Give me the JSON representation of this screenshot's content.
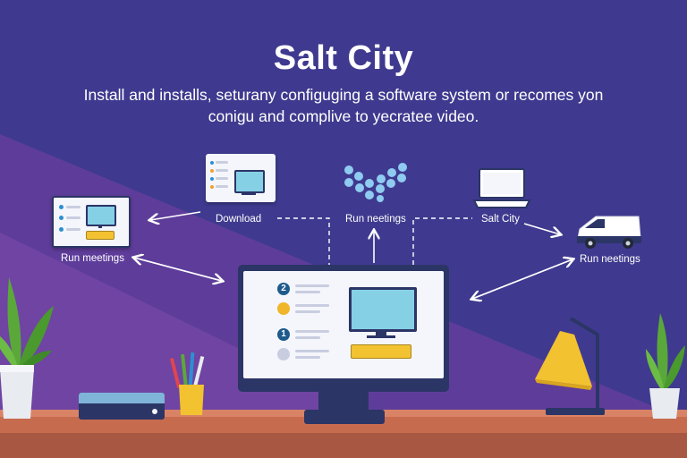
{
  "header": {
    "title": "Salt City",
    "subtitle": "Install and installs, seturany configuging a software system or recomes yon conigu and complive to yecratee video."
  },
  "labels": {
    "download": "Download",
    "run_meetings_top": "Run neetings",
    "salt_city": "Salt City",
    "run_meetings_left": "Run meetings",
    "run_meetings_right": "Run neetings"
  },
  "main_monitor": {
    "steps": [
      "2",
      "",
      "1",
      ""
    ]
  },
  "colors": {
    "background": "#3f3a8f",
    "accent_blue": "#86d0e6",
    "accent_yellow": "#f2c230",
    "desk": "#c76b4f",
    "monitor_frame": "#2b3566"
  }
}
